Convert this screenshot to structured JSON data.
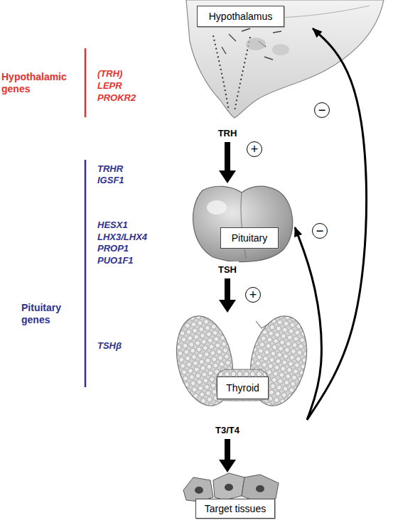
{
  "diagram": {
    "nodes": [
      {
        "text": [
          "Hypothalamus"
        ]
      },
      {
        "text": [
          "−"
        ]
      },
      {
        "text": [
          "+"
        ]
      },
      {
        "text": [
          "Pituitary"
        ]
      },
      {
        "text": [
          "−"
        ]
      },
      {
        "text": [
          "+"
        ]
      },
      {
        "text": [
          "Thyroid"
        ]
      },
      {
        "text": [
          "Target tissues"
        ]
      }
    ],
    "edges": [
      {
        "from": 0,
        "to": 3,
        "arrow": "to",
        "label": "TRH"
      },
      {
        "from": 3,
        "to": 6,
        "arrow": "to",
        "label": "TSH"
      },
      {
        "from": 6,
        "to": 7,
        "arrow": "to",
        "label": "T3/T4"
      },
      {
        "from": 6,
        "to": 3,
        "arrow": "to"
      },
      {
        "from": 6,
        "to": 0,
        "arrow": "to"
      }
    ],
    "labels": [
      "Hypothalamic genes",
      "(TRH)",
      "LEPR",
      "PROKR2",
      "Pituitary genes",
      "TRHR",
      "IGSF1",
      "HESX1",
      "LHX3/LHX4",
      "PROP1",
      "PUO1F1",
      "TSHβ"
    ]
  }
}
